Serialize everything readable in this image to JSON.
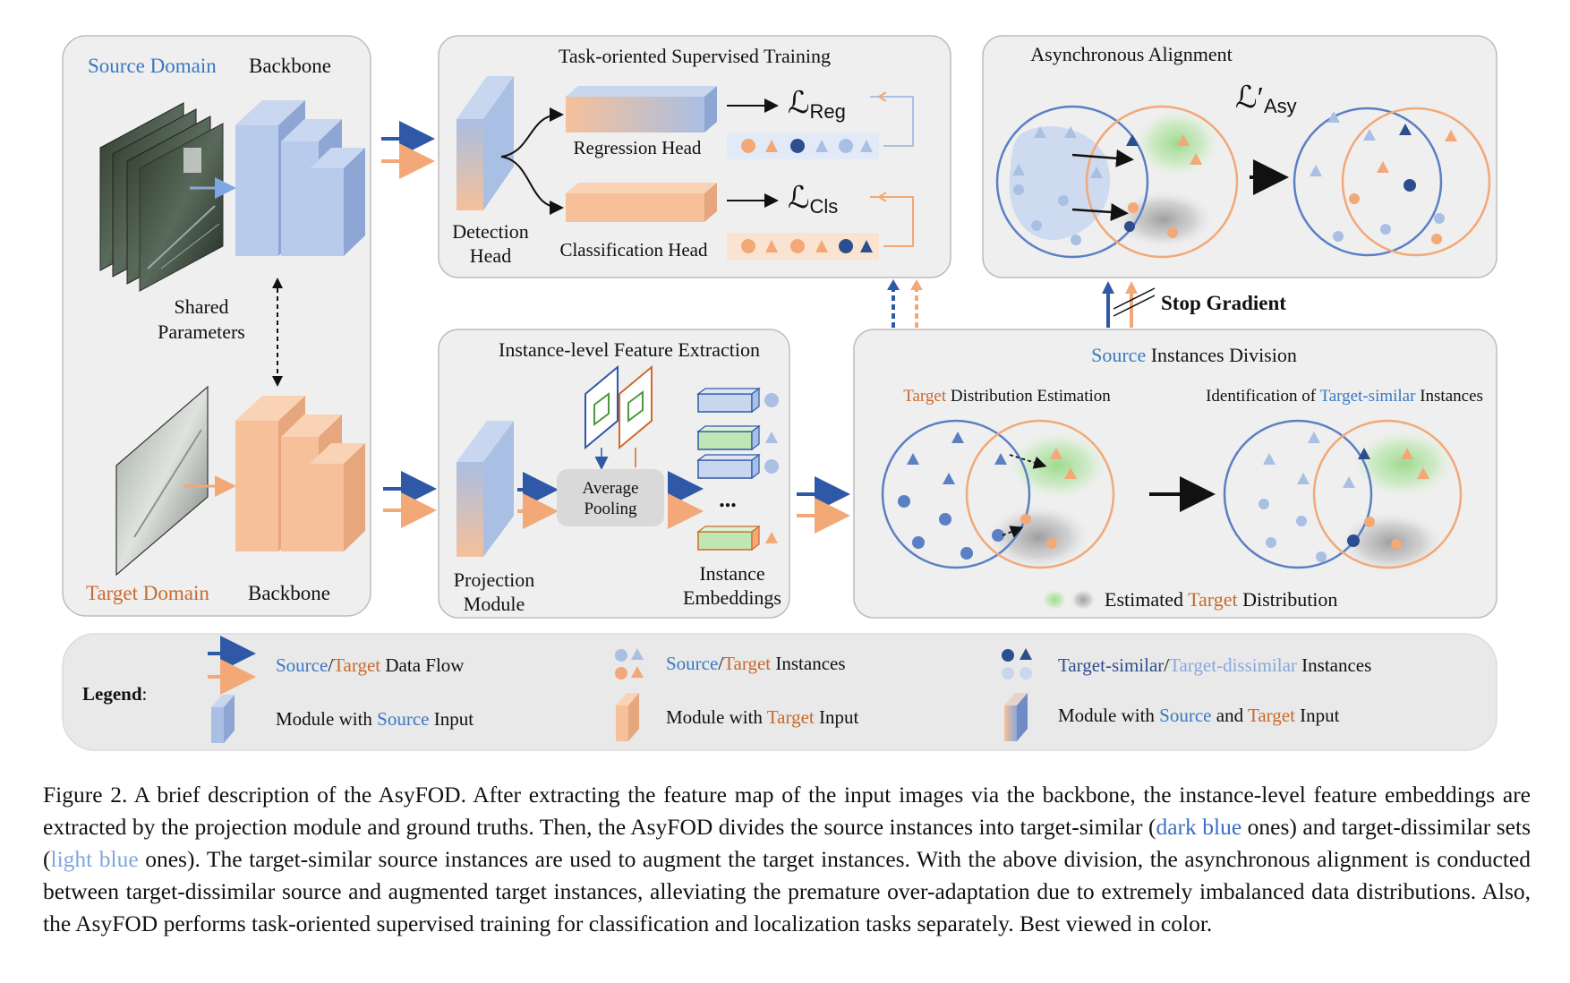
{
  "colors": {
    "source_blue": "#2f58a6",
    "source_text": "#3a78c2",
    "target_orange": "#f2a877",
    "target_text": "#c86a2c",
    "light_blue": "#a9bfe3",
    "dark_blue": "#2c4e8f",
    "green_blob": "#9ed98e",
    "gray_blob": "#9a9a9a",
    "panel_bg": "#efefef"
  },
  "left_panel": {
    "source_domain": "Source Domain",
    "backbone_top": "Backbone",
    "shared": [
      "Shared",
      "Parameters"
    ],
    "target_domain": "Target Domain",
    "backbone_bottom": "Backbone"
  },
  "supervised": {
    "title": "Task-oriented Supervised Training",
    "detection_head": [
      "Detection",
      "Head"
    ],
    "regression_head": "Regression Head",
    "classification_head": "Classification Head",
    "loss_reg_main": "ℒ",
    "loss_reg_sub": "Reg",
    "loss_cls_main": "ℒ",
    "loss_cls_sub": "Cls"
  },
  "alignment": {
    "title": "Asynchronous Alignment",
    "loss_main": "ℒ′",
    "loss_sub": "Asy"
  },
  "stop_gradient": "Stop Gradient",
  "extraction": {
    "title": "Instance-level Feature Extraction",
    "pooling": [
      "Average",
      "Pooling"
    ],
    "projection": [
      "Projection",
      "Module"
    ],
    "embeddings": [
      "Instance",
      "Embeddings"
    ],
    "dots": "..."
  },
  "division": {
    "title_source": "Source",
    "title_rest": " Instances Division",
    "left_sub_target": "Target",
    "left_sub_rest": " Distribution Estimation",
    "right_sub_prefix": "Identification of ",
    "right_sub_target": "Target-similar",
    "right_sub_suffix": " Instances",
    "estimated_prefix": "Estimated ",
    "estimated_target": "Target",
    "estimated_suffix": " Distribution"
  },
  "legend": {
    "label": "Legend",
    "colon": ":",
    "flow_source": "Source",
    "flow_slash": "/",
    "flow_target": "Target",
    "flow_rest": " Data Flow",
    "inst_source": "Source",
    "inst_slash": "/",
    "inst_target": "Target",
    "inst_rest": " Instances",
    "sim_dark": "Target-similar",
    "sim_slash": "/",
    "sim_light": "Target-dissimilar",
    "sim_rest": " Instances",
    "mod_src_prefix": "Module with ",
    "mod_src_word": "Source",
    "mod_src_suffix": " Input",
    "mod_tgt_prefix": "Module with ",
    "mod_tgt_word": "Target",
    "mod_tgt_suffix": " Input",
    "mod_both_prefix": "Module with ",
    "mod_both_src": "Source",
    "mod_both_and": " and ",
    "mod_both_tgt": "Target",
    "mod_both_suffix": " Input"
  },
  "caption": {
    "p1": "Figure 2.  A brief description of the AsyFOD. After extracting the feature map of the input images via the backbone, the instance-level feature embeddings are extracted by the projection module and ground truths. Then, the AsyFOD divides the source instances into target-similar (",
    "dark_blue": "dark blue",
    "p2": " ones) and target-dissimilar sets (",
    "light_blue": "light blue",
    "p3": " ones).  The target-similar source instances are used to augment the target instances.  With the above division, the asynchronous alignment is conducted between target-dissimilar source and augmented target instances, alleviating the premature over-adaptation due to extremely imbalanced data distributions.  Also, the AsyFOD performs task-oriented supervised training for classification and localization tasks separately. Best viewed in color."
  }
}
